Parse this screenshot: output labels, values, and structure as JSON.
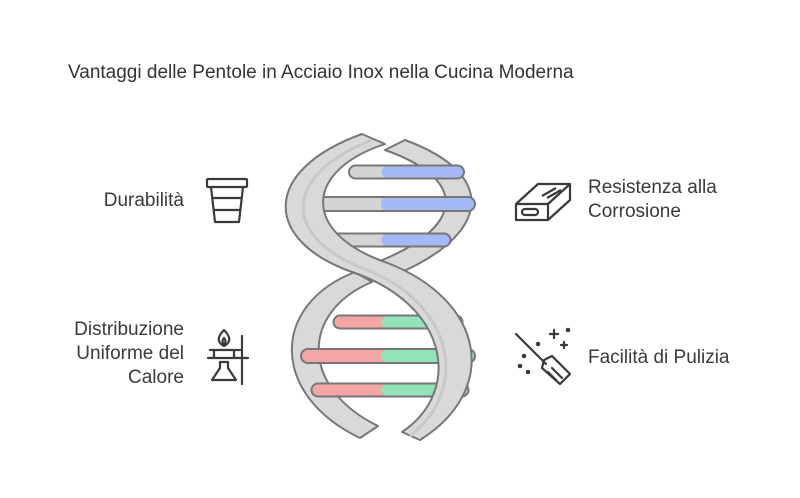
{
  "title": "Vantaggi delle Pentole in Acciaio Inox nella Cucina Moderna",
  "labels": {
    "durability": "Durabilità",
    "corrosion_line1": "Resistenza alla",
    "corrosion_line2": "Corrosione",
    "distribution_line1": "Distribuzione",
    "distribution_line2": "Uniforme del",
    "distribution_line3": "Calore",
    "cleaning": "Facilità di Pulizia"
  },
  "icons": {
    "durability": "container-icon",
    "corrosion": "metal-bar-icon",
    "distribution": "burner-flask-icon",
    "cleaning": "sparkle-broom-icon"
  },
  "colors": {
    "strand_fill": "#d9d9d9",
    "strand_stroke": "#777777",
    "rung_gray": "#d4d4d4",
    "rung_blue": "#a5b9f6",
    "rung_red": "#f4a5a5",
    "rung_green": "#92e3b8",
    "icon_stroke": "#3a3a3a"
  }
}
